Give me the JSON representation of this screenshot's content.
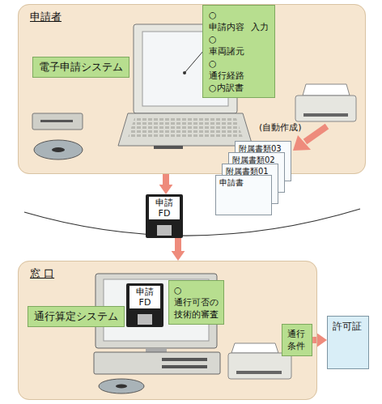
{
  "diagram": {
    "nodes": [
      {
        "text": [
          "申請者"
        ]
      },
      {
        "text": [
          "電子申請システム"
        ],
        "in": 0
      },
      {
        "text": [
          "○申請内容 ○車両諸元 ○通行経路 ○内訳書",
          "入力"
        ],
        "in": 0
      },
      {
        "text": [
          "附属書類03"
        ]
      },
      {
        "text": [
          "附属書類02"
        ]
      },
      {
        "text": [
          "附属書類01"
        ]
      },
      {
        "text": [
          "申請書"
        ]
      },
      {
        "text": [
          "申請 FD"
        ]
      },
      {
        "text": [
          "窓 口"
        ]
      },
      {
        "text": [
          "通行算定システム"
        ],
        "in": 8
      },
      {
        "text": [
          "申請 FD"
        ],
        "in": 8
      },
      {
        "text": [
          "○通行可否の 技術的審査"
        ],
        "in": 8
      },
      {
        "text": [
          "通行条件"
        ],
        "in": 8
      },
      {
        "text": [
          "許可証"
        ]
      }
    ],
    "edges": [
      {
        "from": 0,
        "to": 7,
        "arrow": "to"
      },
      {
        "from": 7,
        "to": 8,
        "arrow": "to"
      },
      {
        "from": 12,
        "to": 13,
        "arrow": "to"
      }
    ],
    "labels": [
      "(自動作成)"
    ]
  }
}
